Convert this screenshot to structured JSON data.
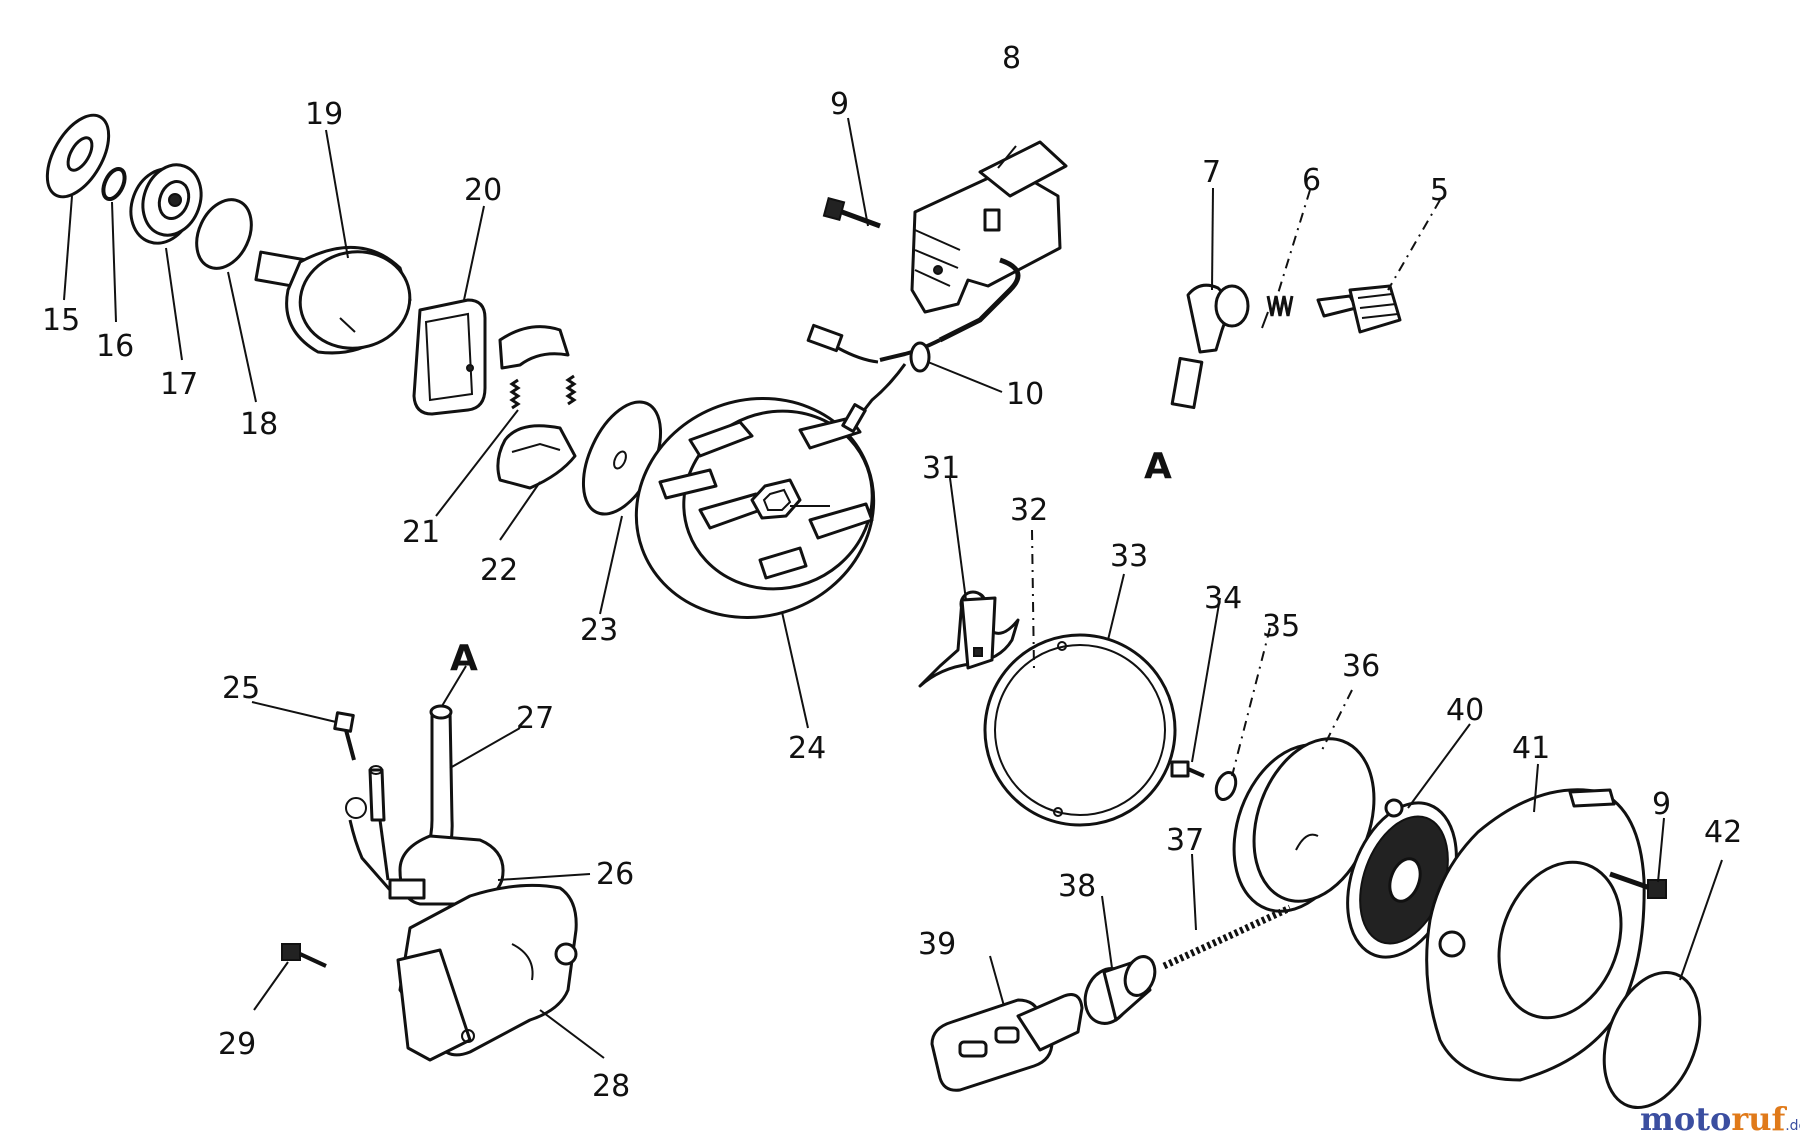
{
  "diagram": {
    "labels": {
      "p5": "5",
      "p6": "6",
      "p7": "7",
      "p8": "8",
      "p9a": "9",
      "p9b": "9",
      "p10": "10",
      "p15": "15",
      "p16": "16",
      "p17": "17",
      "p18": "18",
      "p19": "19",
      "p20": "20",
      "p21": "21",
      "p22": "22",
      "p23": "23",
      "p24": "24",
      "p25": "25",
      "p26": "26",
      "p27": "27",
      "p28": "28",
      "p29": "29",
      "p31": "31",
      "p32": "32",
      "p33": "33",
      "p34": "34",
      "p35": "35",
      "p36": "36",
      "p37": "37",
      "p38": "38",
      "p39": "39",
      "p40": "40",
      "p41": "41",
      "p42": "42",
      "refA1": "A",
      "refA2": "A"
    }
  },
  "watermark": {
    "part1": "moto",
    "part2": "ruf",
    "suffix": ".de"
  }
}
